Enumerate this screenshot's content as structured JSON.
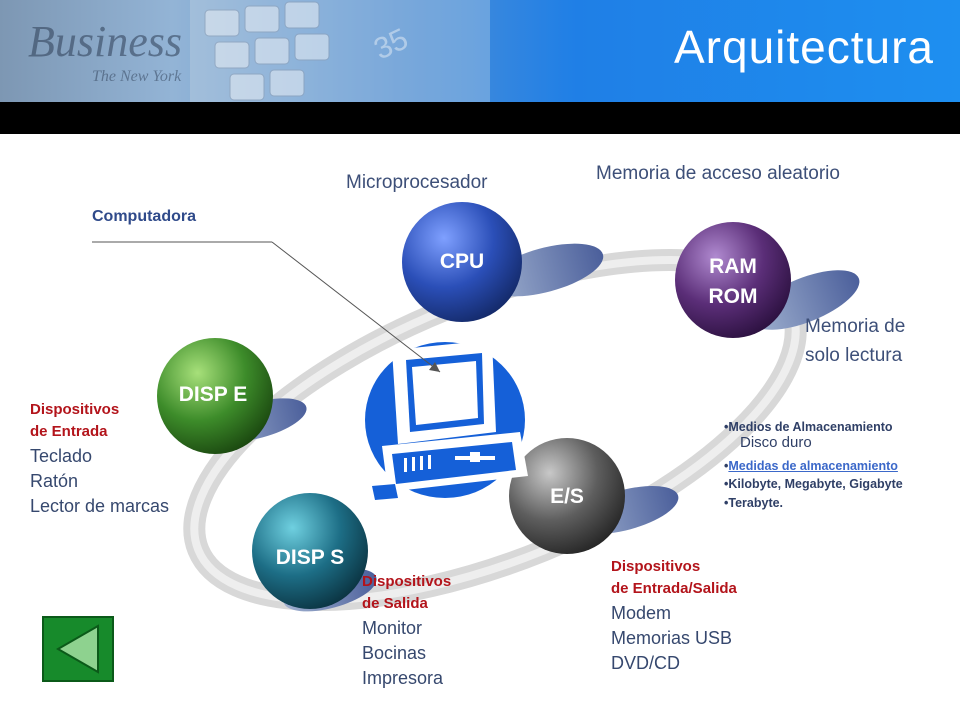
{
  "header": {
    "title": "Arquitectura",
    "bg_text": "Business",
    "bg_subtext": "The New York"
  },
  "labels": {
    "microprocesador": "Microprocesador",
    "ram_desc": "Memoria de acceso aleatorio",
    "rom_desc_1": "Memoria de",
    "rom_desc_2": "solo lectura",
    "computadora": "Computadora"
  },
  "nodes": {
    "cpu": "CPU",
    "ram": "RAM",
    "rom": "ROM",
    "disp_e": "DISP E",
    "disp_s": "DISP S",
    "es": "E/S"
  },
  "entrada": {
    "title_1": "Dispositivos",
    "title_2": "de Entrada",
    "items": [
      "Teclado",
      "Ratón",
      "Lector de marcas"
    ]
  },
  "salida": {
    "title_1": "Dispositivos",
    "title_2": "de Salida",
    "items": [
      "Monitor",
      "Bocinas",
      "Impresora"
    ]
  },
  "es_devices": {
    "title_1": "Dispositivos",
    "title_2": "de Entrada/Salida",
    "items": [
      "Modem",
      "Memorias USB",
      "DVD/CD"
    ]
  },
  "storage": {
    "item1": "•Medios de Almacenamiento",
    "item1_sub": "Disco duro",
    "item2_bullet": "•",
    "item2_link": "Medidas de almacenamiento",
    "item3": "•Kilobyte, Megabyte, Gigabyte",
    "item4": "•Terabyte."
  },
  "colors": {
    "cpu": "#2b4fb8",
    "ram_rom": "#5b2e78",
    "disp_e": "#3d8c2a",
    "disp_s": "#1d6e86",
    "es": "#5e5e5e",
    "red_text": "#b3141b",
    "accent": "#1f7fe6"
  }
}
